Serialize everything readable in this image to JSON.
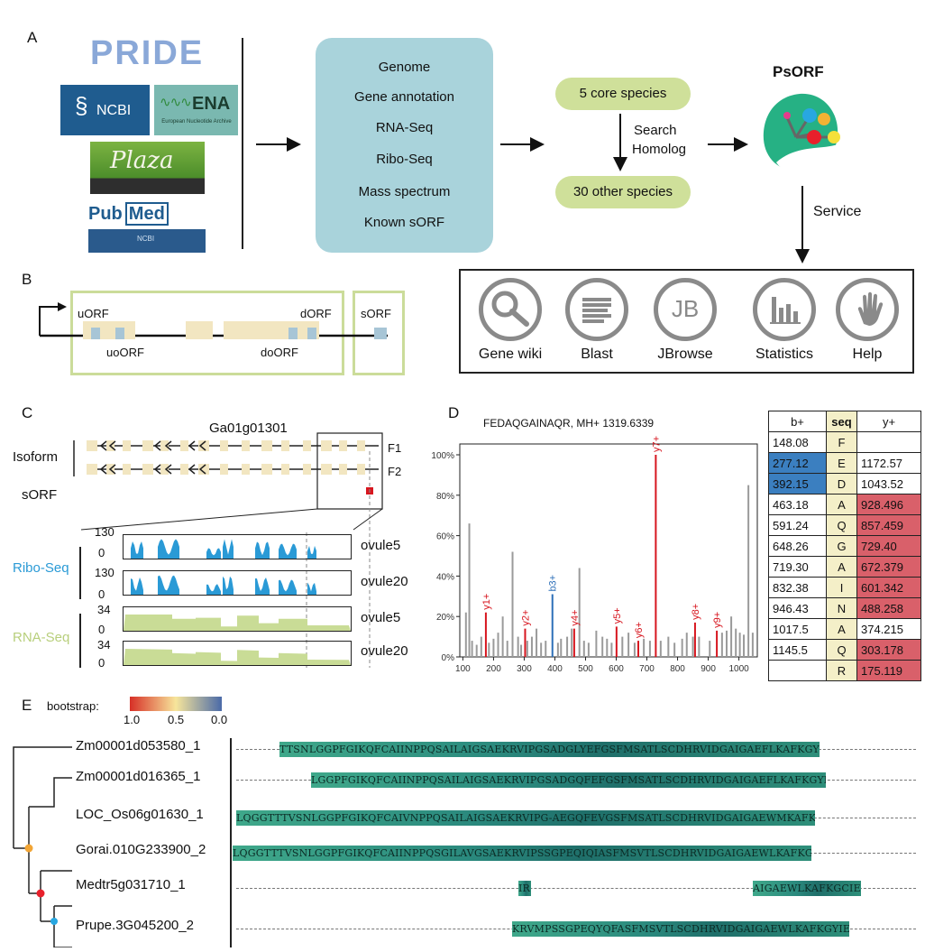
{
  "panels": {
    "a": "A",
    "b": "B",
    "c": "C",
    "d": "D",
    "e": "E"
  },
  "panelA": {
    "sources": {
      "pride": "PRIDE",
      "ncbi": "NCBI",
      "ena": "ENA",
      "ena_sub": "European Nucleotide Archive",
      "plaza": "Plaza",
      "pubmed_a": "Pub",
      "pubmed_b": "Med",
      "ncbi2": "NCBI"
    },
    "data_types": [
      "Genome",
      "Gene annotation",
      "RNA-Seq",
      "Ribo-Seq",
      "Mass spectrum",
      "Known sORF"
    ],
    "core": "5 core species",
    "other": "30 other species",
    "search1": "Search",
    "search2": "Homolog",
    "brand": "PsORF",
    "service": "Service"
  },
  "services": [
    {
      "label": "Gene wiki",
      "icon": "magnifier-icon"
    },
    {
      "label": "Blast",
      "icon": "blast-bars-icon"
    },
    {
      "label": "JBrowse",
      "icon": "jb-icon",
      "text": "JB"
    },
    {
      "label": "Statistics",
      "icon": "bar-chart-icon"
    },
    {
      "label": "Help",
      "icon": "hand-icon"
    }
  ],
  "panelB": {
    "uorf": "uORF",
    "uoorf": "uoORF",
    "doorf": "doORF",
    "dorf": "dORF",
    "sorf": "sORF"
  },
  "panelC": {
    "gene": "Ga01g01301",
    "isoform": "Isoform",
    "sorf": "sORF",
    "f1": "F1",
    "f2": "F2",
    "ribo": "Ribo-Seq",
    "rna": "RNA-Seq",
    "tracks": [
      {
        "max": "130",
        "min": "0",
        "sample": "ovule5"
      },
      {
        "max": "130",
        "min": "0",
        "sample": "ovule20"
      },
      {
        "max": "34",
        "min": "0",
        "sample": "ovule5"
      },
      {
        "max": "34",
        "min": "0",
        "sample": "ovule20"
      }
    ]
  },
  "panelD": {
    "title": "FEDAQGAINAQR, MH+ 1319.6339",
    "chart_data": {
      "type": "bar",
      "title": "FEDAQGAINAQR, MH+ 1319.6339",
      "xlim": [
        90,
        1060
      ],
      "ylim": [
        0,
        100
      ],
      "xticks": [
        100,
        200,
        300,
        400,
        500,
        600,
        700,
        800,
        900,
        1000
      ],
      "yticks": [
        "0%",
        "20%",
        "40%",
        "60%",
        "80%",
        "100%"
      ],
      "labeled_peaks": [
        {
          "label": "y1+",
          "x": 175,
          "y": 22,
          "color": "#d7161f"
        },
        {
          "label": "y2+",
          "x": 303,
          "y": 14,
          "color": "#d7161f"
        },
        {
          "label": "b3+",
          "x": 392,
          "y": 31,
          "color": "#2d6fb8"
        },
        {
          "label": "y4+",
          "x": 463,
          "y": 14,
          "color": "#d7161f"
        },
        {
          "label": "y5+",
          "x": 601,
          "y": 15,
          "color": "#d7161f"
        },
        {
          "label": "y6+",
          "x": 672,
          "y": 8,
          "color": "#d7161f"
        },
        {
          "label": "y7+",
          "x": 729,
          "y": 100,
          "color": "#d7161f"
        },
        {
          "label": "y8+",
          "x": 857,
          "y": 17,
          "color": "#d7161f"
        },
        {
          "label": "y9+",
          "x": 928,
          "y": 13,
          "color": "#d7161f"
        }
      ],
      "other_peaks": [
        [
          110,
          22
        ],
        [
          121,
          66
        ],
        [
          130,
          8
        ],
        [
          145,
          6
        ],
        [
          160,
          10
        ],
        [
          185,
          7
        ],
        [
          200,
          9
        ],
        [
          215,
          12
        ],
        [
          230,
          20
        ],
        [
          245,
          8
        ],
        [
          262,
          52
        ],
        [
          280,
          10
        ],
        [
          290,
          6
        ],
        [
          310,
          8
        ],
        [
          325,
          10
        ],
        [
          340,
          14
        ],
        [
          355,
          7
        ],
        [
          370,
          8
        ],
        [
          410,
          7
        ],
        [
          420,
          9
        ],
        [
          440,
          10
        ],
        [
          455,
          14
        ],
        [
          480,
          44
        ],
        [
          495,
          8
        ],
        [
          510,
          7
        ],
        [
          535,
          13
        ],
        [
          555,
          10
        ],
        [
          570,
          9
        ],
        [
          585,
          7
        ],
        [
          620,
          10
        ],
        [
          640,
          12
        ],
        [
          660,
          7
        ],
        [
          690,
          9
        ],
        [
          710,
          8
        ],
        [
          745,
          8
        ],
        [
          770,
          10
        ],
        [
          790,
          7
        ],
        [
          815,
          9
        ],
        [
          830,
          12
        ],
        [
          850,
          10
        ],
        [
          870,
          10
        ],
        [
          905,
          8
        ],
        [
          945,
          12
        ],
        [
          960,
          13
        ],
        [
          975,
          20
        ],
        [
          990,
          14
        ],
        [
          1003,
          12
        ],
        [
          1016,
          11
        ],
        [
          1031,
          85
        ],
        [
          1045,
          12
        ]
      ]
    },
    "table": {
      "headers": [
        "b+",
        "seq",
        "y+"
      ],
      "rows": [
        {
          "b": "148.08",
          "s": "F",
          "y": "",
          "bh": "",
          "yh": ""
        },
        {
          "b": "277.12",
          "s": "E",
          "y": "1172.57",
          "bh": "blue",
          "yh": ""
        },
        {
          "b": "392.15",
          "s": "D",
          "y": "1043.52",
          "bh": "blue",
          "yh": ""
        },
        {
          "b": "463.18",
          "s": "A",
          "y": "928.496",
          "bh": "",
          "yh": "red"
        },
        {
          "b": "591.24",
          "s": "Q",
          "y": "857.459",
          "bh": "",
          "yh": "red"
        },
        {
          "b": "648.26",
          "s": "G",
          "y": "729.40",
          "bh": "",
          "yh": "red"
        },
        {
          "b": "719.30",
          "s": "A",
          "y": "672.379",
          "bh": "",
          "yh": "red"
        },
        {
          "b": "832.38",
          "s": "I",
          "y": "601.342",
          "bh": "",
          "yh": "red"
        },
        {
          "b": "946.43",
          "s": "N",
          "y": "488.258",
          "bh": "",
          "yh": "red"
        },
        {
          "b": "1017.5",
          "s": "A",
          "y": "374.215",
          "bh": "",
          "yh": ""
        },
        {
          "b": "1145.5",
          "s": "Q",
          "y": "303.178",
          "bh": "",
          "yh": "red"
        },
        {
          "b": "",
          "s": "R",
          "y": "175.119",
          "bh": "",
          "yh": "red"
        }
      ]
    }
  },
  "panelE": {
    "bootstrap_label": "bootstrap:",
    "scale": [
      "1.0",
      "0.5",
      "0.0"
    ],
    "taxa": [
      {
        "name": "Zm00001d053580_1",
        "seq": "TTSNLGGPFGIKQFCAIINPPQSAILAIGSAEKRVIPGSADGLYEFGSFMSATLSCDHRVIDGAIGAEFLKAFKGYIENPTSMLL"
      },
      {
        "name": "Zm00001d016365_1",
        "seq": "LGGPFGIKQFCAIINPPQSAILAIGSAEKRVIPGSADGQFEFGSFMSATLSCDHRVIDGAIGAEFLKAFKGYIENPTSMLL"
      },
      {
        "name": "LOC_Os06g01630_1",
        "seq": "LQGGTTTVSNLGGPFGIKQFCAIVNPPQSAILAIGSAEKRVIPG-AEGQFEVGSFMSATLSCDHRVIDGAIGAEWMKAFKGYIENPTTMLL"
      },
      {
        "name": "Gorai.010G233900_2",
        "seq": "LQGGTTTVSNLGGPFGIKQFCAIINPPQSGILAVGSAEKRVIPSSGPEQIQIASFMSVTLSCDHRVIDGAIGAEWLKAFKGYIENPESMLL"
      },
      {
        "name": "Medtr5g031710_1",
        "seq": "IR",
        "seq2": "AIGAEWLKAFKGCIENP"
      },
      {
        "name": "Prupe.3G045200_2",
        "seq": "KRVMPSSGPEQYQFASFMSVTLSCDHRVIDGAIGAEWLKAFKGYIENPESMLL"
      }
    ]
  }
}
